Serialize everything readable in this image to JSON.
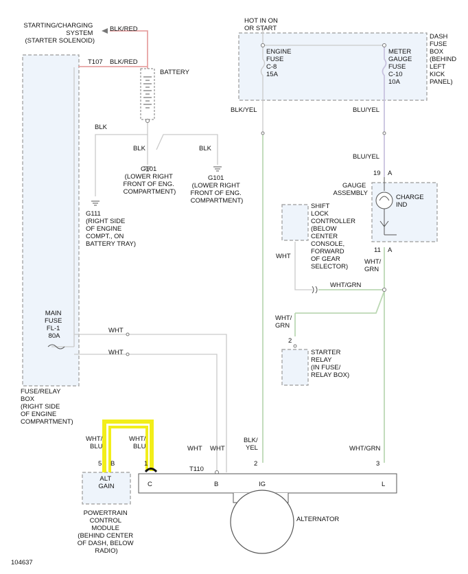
{
  "diagram_id": "104637",
  "labels": {
    "starting_system": [
      "STARTING/CHARGING",
      "SYSTEM",
      "(STARTER SOLENOID)"
    ],
    "blk_red_top": "BLK/RED",
    "t107": "T107",
    "blk_red_2": "BLK/RED",
    "battery": "BATTERY",
    "blk_1": "BLK",
    "blk_2": "BLK",
    "blk_3": "BLK",
    "g101_a": [
      "G101",
      "(LOWER RIGHT",
      "FRONT OF ENG.",
      "COMPARTMENT)"
    ],
    "g101_b": [
      "G101",
      "(LOWER RIGHT",
      "FRONT OF ENG.",
      "COMPARTMENT)"
    ],
    "g111": [
      "G111",
      "(RIGHT SIDE",
      "OF ENGINE",
      "COMPT., ON",
      "BATTERY TRAY)"
    ],
    "hot_in_on": [
      "HOT IN ON",
      "OR START"
    ],
    "dash_fuse_box": [
      "DASH",
      "FUSE",
      "BOX",
      "(BEHIND",
      "LEFT",
      "KICK",
      "PANEL)"
    ],
    "engine_fuse": [
      "ENGINE",
      "FUSE",
      "C-8",
      "15A"
    ],
    "meter_fuse": [
      "METER",
      "GAUGE",
      "FUSE",
      "C-10",
      "10A"
    ],
    "blk_yel_1": "BLK/YEL",
    "blu_yel_1": "BLU/YEL",
    "blu_yel_2": "BLU/YEL",
    "pin_19": "19",
    "pin_a1": "A",
    "gauge_assembly": [
      "GAUGE",
      "ASSEMBLY"
    ],
    "charge_ind": [
      "CHARGE",
      "IND"
    ],
    "pin_11": "11",
    "pin_a2": "A",
    "shift_lock": [
      "SHIFT",
      "LOCK",
      "CONTROLLER",
      "(BELOW",
      "CENTER",
      "CONSOLE,",
      "FORWARD",
      "OF GEAR",
      "SELECTOR)"
    ],
    "wht_1": "WHT",
    "wht_grn_1": [
      "WHT/",
      "GRN"
    ],
    "wht_grn_2": "WHT/GRN",
    "wht_grn_3": [
      "WHT/",
      "GRN"
    ],
    "pin_2a": "2",
    "starter_relay": [
      "STARTER",
      "RELAY",
      "(IN FUSE/",
      "RELAY BOX)"
    ],
    "main_fuse": [
      "MAIN",
      "FUSE",
      "FL-1",
      "80A"
    ],
    "wht_2": "WHT",
    "wht_3": "WHT",
    "fuse_relay_box": [
      "FUSE/RELAY",
      "BOX",
      "(RIGHT SIDE",
      "OF ENGINE",
      "COMPARTMENT)"
    ],
    "wht_blu_1": [
      "WHT/",
      "BLU"
    ],
    "wht_blu_2": [
      "WHT/",
      "BLU"
    ],
    "wht_4": "WHT",
    "wht_5": "WHT",
    "blk_yel_2": [
      "BLK/",
      "YEL"
    ],
    "wht_grn_4": "WHT/GRN",
    "pin_5": "5",
    "pin_b1": "B",
    "pin_1": "1",
    "t110": "T110",
    "pin_2b": "2",
    "pin_3": "3",
    "alt_gain": [
      "ALT",
      "GAIN"
    ],
    "term_c": "C",
    "term_b": "B",
    "term_ig": "IG",
    "term_l": "L",
    "alternator": "ALTERNATOR",
    "pcm": [
      "POWERTRAIN",
      "CONTROL",
      "MODULE",
      "(BEHIND CENTER",
      "OF DASH, BELOW",
      "RADIO)"
    ]
  },
  "colors": {
    "highlight": "#f2ee1a",
    "wire_red": "#e7a2a2",
    "wire_green": "#bcd8b4",
    "wire_lavender": "#c8c2df",
    "box_fill": "#eef4fb"
  }
}
